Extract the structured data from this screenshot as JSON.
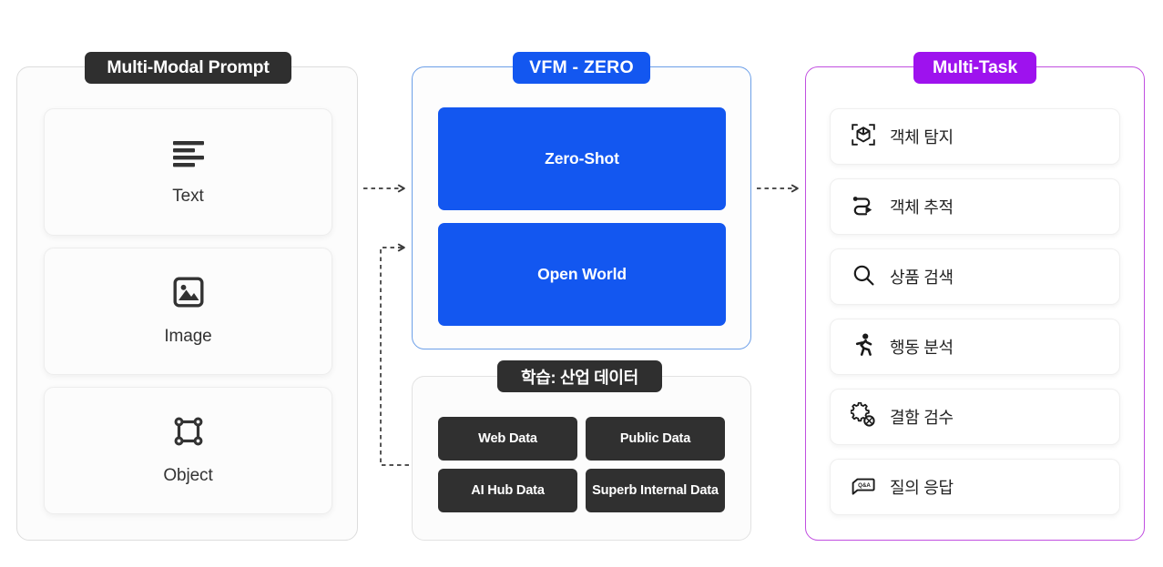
{
  "diagram": {
    "title_badges": {
      "prompt": "Multi-Modal Prompt",
      "model": "VFM - ZERO",
      "task": "Multi-Task",
      "data": "학습: 산업 데이터"
    },
    "colors": {
      "model_blue": "#1357f0",
      "task_purple": "#9e12ee",
      "badge_dark": "#2f2f2f",
      "chip_dark": "#303030",
      "model_border": "#6c9fe8",
      "task_border": "#c14fe0",
      "panel_border": "#dddddd"
    }
  },
  "prompt_panel": {
    "items": [
      {
        "label": "Text",
        "icon": "text-lines-icon"
      },
      {
        "label": "Image",
        "icon": "image-picture-icon"
      },
      {
        "label": "Object",
        "icon": "bounding-box-icon"
      }
    ]
  },
  "model_panel": {
    "capabilities": [
      {
        "label": "Zero-Shot"
      },
      {
        "label": "Open World"
      }
    ]
  },
  "data_panel": {
    "sources": [
      {
        "label": "Web Data"
      },
      {
        "label": "Public Data"
      },
      {
        "label": "AI Hub Data"
      },
      {
        "label": "Superb Internal Data"
      }
    ]
  },
  "task_panel": {
    "tasks": [
      {
        "label": "객체 탐지",
        "icon": "object-detection-icon"
      },
      {
        "label": "객체 추적",
        "icon": "object-tracking-icon"
      },
      {
        "label": "상품 검색",
        "icon": "search-magnifier-icon"
      },
      {
        "label": "행동 분석",
        "icon": "running-person-icon"
      },
      {
        "label": "결함 검수",
        "icon": "gear-inspection-icon"
      },
      {
        "label": "질의 응답",
        "icon": "qa-speech-bubble-icon"
      }
    ]
  },
  "connectors": [
    {
      "name": "prompt-to-model",
      "style": "dashed-arrow"
    },
    {
      "name": "data-to-model",
      "style": "dashed-elbow-arrow"
    },
    {
      "name": "model-to-task",
      "style": "dashed-arrow"
    }
  ]
}
